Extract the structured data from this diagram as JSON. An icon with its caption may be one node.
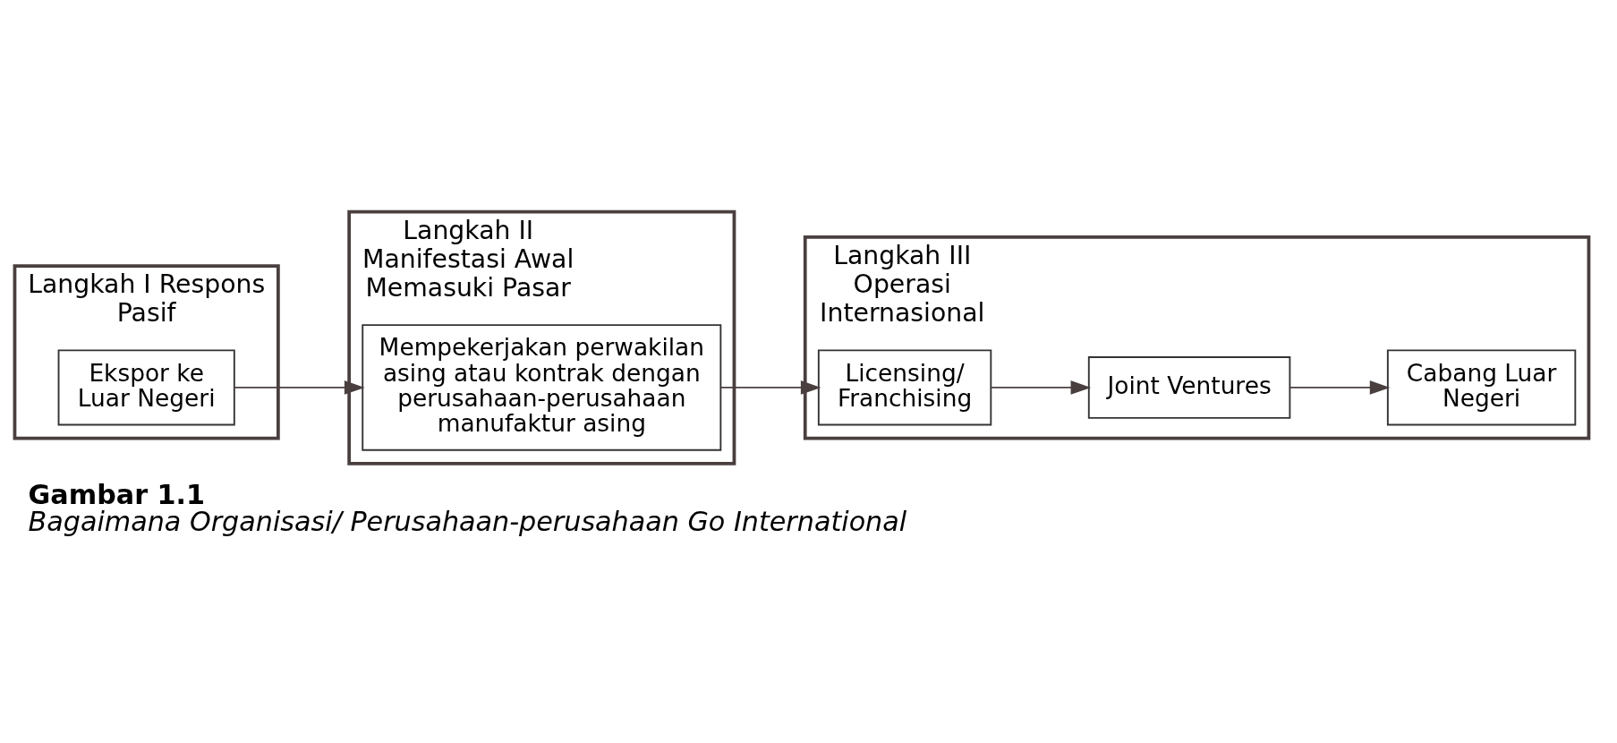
{
  "diagram": {
    "title": "Gambar 1.1",
    "caption": "Bagaimana Organisasi/ Perusahaan-perusahaan Go International",
    "nodes": [
      {
        "text": [
          "Langkah I Respons Pasif"
        ]
      },
      {
        "text": [
          "Ekspor ke Luar Negeri"
        ],
        "in": 0
      },
      {
        "text": [
          "Langkah II Manifestasi Awal Memasuki Pasar"
        ]
      },
      {
        "text": [
          "Mempekerjakan perwakilan asing atau kontrak dengan perusahaan-perusahaan manufaktur asing"
        ],
        "in": 2
      },
      {
        "text": [
          "Langkah III Operasi Internasional"
        ]
      },
      {
        "text": [
          "Licensing/ Franchising"
        ],
        "in": 4
      },
      {
        "text": [
          "Joint Ventures"
        ],
        "in": 4
      },
      {
        "text": [
          "Cabang Luar Negeri"
        ],
        "in": 4
      }
    ],
    "edges": [
      {
        "from": 1,
        "to": 3,
        "arrow": "to"
      },
      {
        "from": 3,
        "to": 5,
        "arrow": "to"
      },
      {
        "from": 5,
        "to": 6,
        "arrow": "to"
      },
      {
        "from": 6,
        "to": 7,
        "arrow": "to"
      }
    ]
  }
}
